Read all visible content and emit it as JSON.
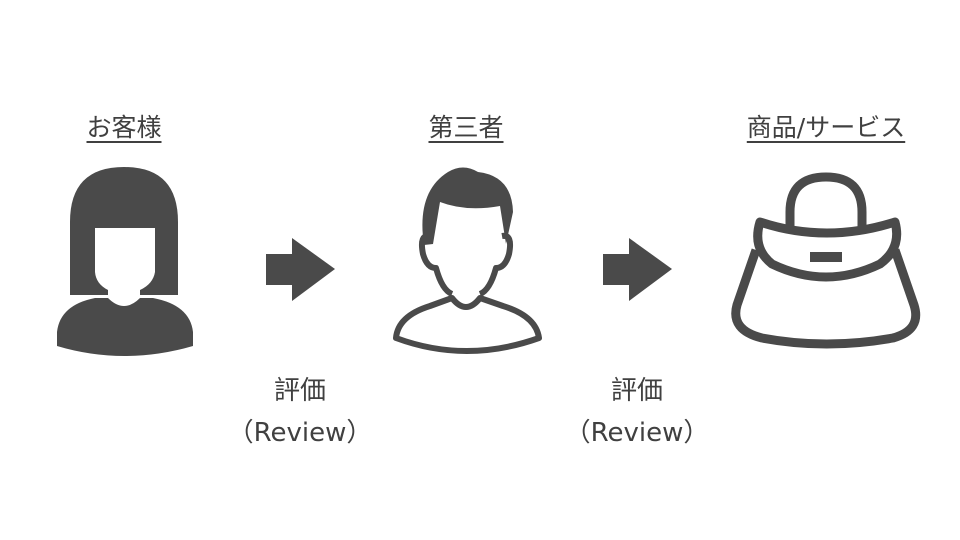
{
  "nodes": [
    {
      "label": "お客様",
      "icon": "woman-icon"
    },
    {
      "label": "第三者",
      "icon": "man-icon"
    },
    {
      "label": "商品/サービス",
      "icon": "handbag-icon"
    }
  ],
  "edges": [
    {
      "label_line1": "評価",
      "label_line2": "（Review）"
    },
    {
      "label_line1": "評価",
      "label_line2": "（Review）"
    }
  ],
  "colors": {
    "icon": "#4a4a4a",
    "text": "#404040"
  }
}
